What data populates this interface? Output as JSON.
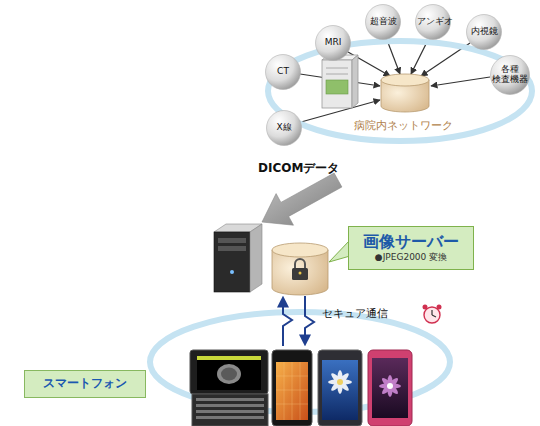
{
  "diagram": {
    "nodes": [
      {
        "text": [
          "病院内ネットワーク"
        ]
      },
      {
        "text": [
          "CT"
        ],
        "in": 0
      },
      {
        "text": [
          "MRI"
        ],
        "in": 0
      },
      {
        "text": [
          "超音波"
        ],
        "in": 0
      },
      {
        "text": [
          "アンギオ"
        ],
        "in": 0
      },
      {
        "text": [
          "内視鏡"
        ],
        "in": 0
      },
      {
        "text": [
          "各種 検査機器"
        ],
        "in": 0
      },
      {
        "text": [
          "X線"
        ],
        "in": 0
      },
      {
        "text": [
          "画像サーバー",
          "●JPEG2000 変換"
        ]
      },
      {
        "text": [
          "スマートフォン"
        ]
      }
    ],
    "labels": [
      "DICOMデータ",
      "セキュア通信"
    ]
  }
}
